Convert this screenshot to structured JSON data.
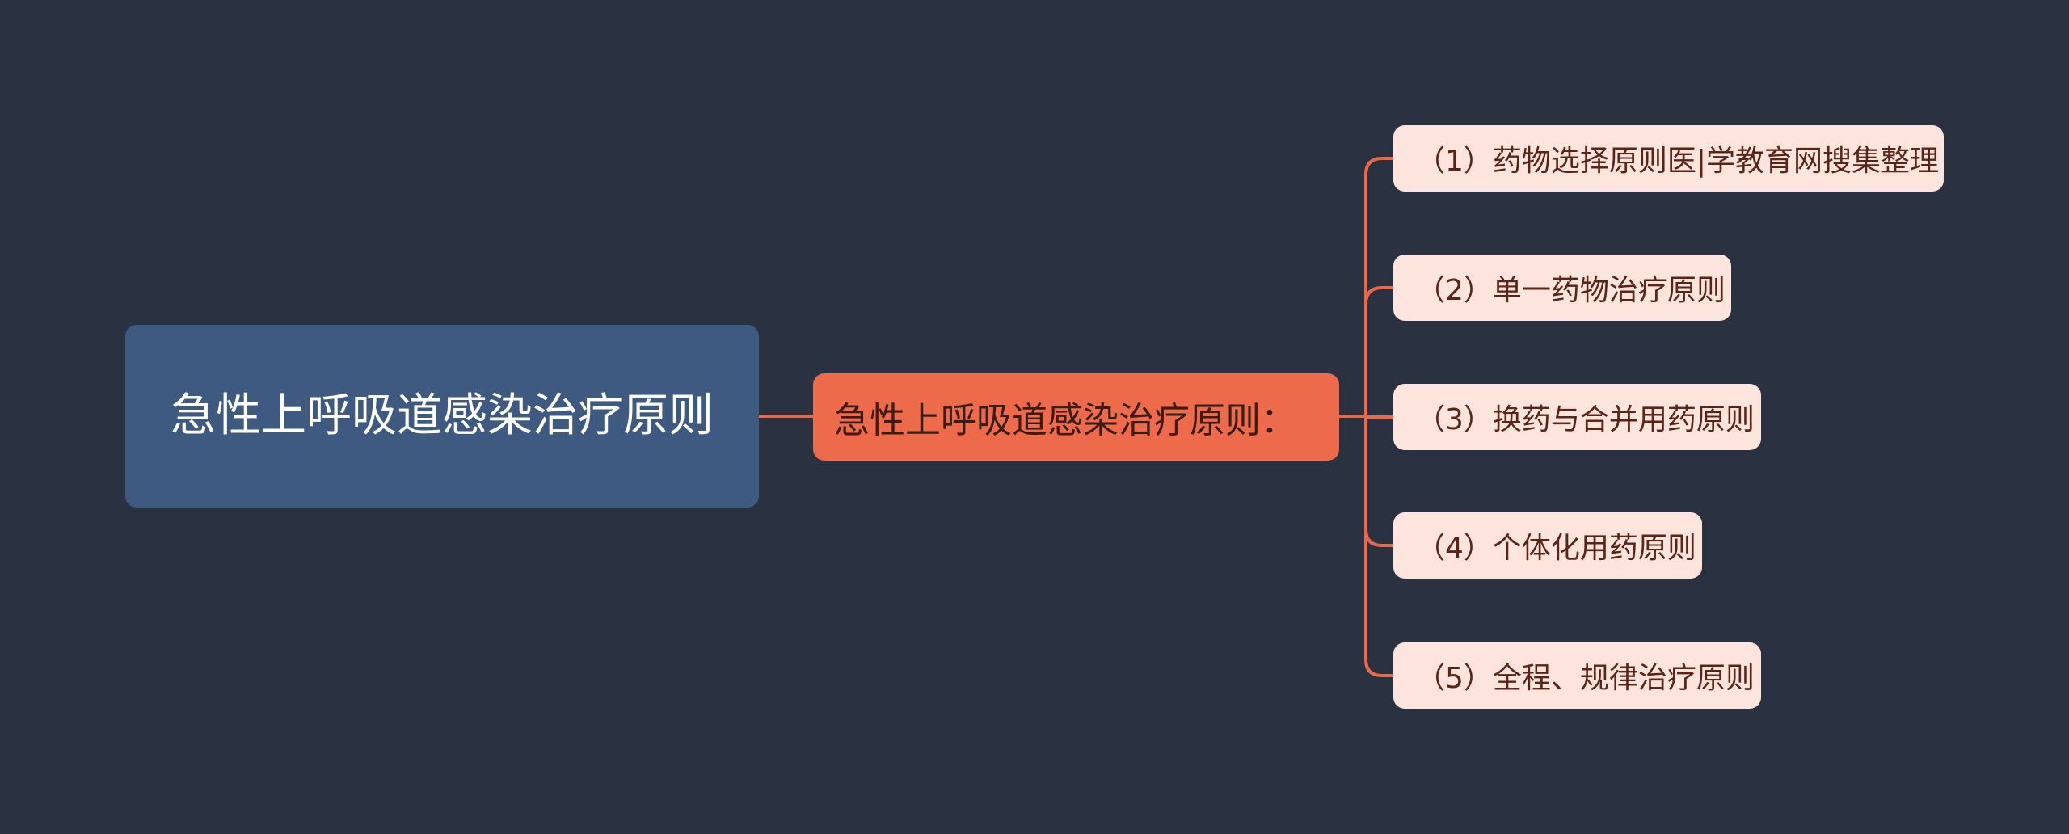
{
  "diagram": {
    "type": "mind-map",
    "colors": {
      "background": "#2a3140",
      "root_fill": "#3e5a80",
      "main_fill": "#ed6b4b",
      "leaf_fill": "#fde4dc",
      "connector": "#e8694a"
    },
    "root": {
      "label": "急性上呼吸道感染治疗原则"
    },
    "main": {
      "label": "急性上呼吸道感染治疗原则："
    },
    "leaves": [
      {
        "label": "（1）药物选择原则医|学教育网搜集整理"
      },
      {
        "label": "（2）单一药物治疗原则"
      },
      {
        "label": "（3）换药与合并用药原则"
      },
      {
        "label": "（4）个体化用药原则"
      },
      {
        "label": "（5）全程、规律治疗原则"
      }
    ]
  }
}
